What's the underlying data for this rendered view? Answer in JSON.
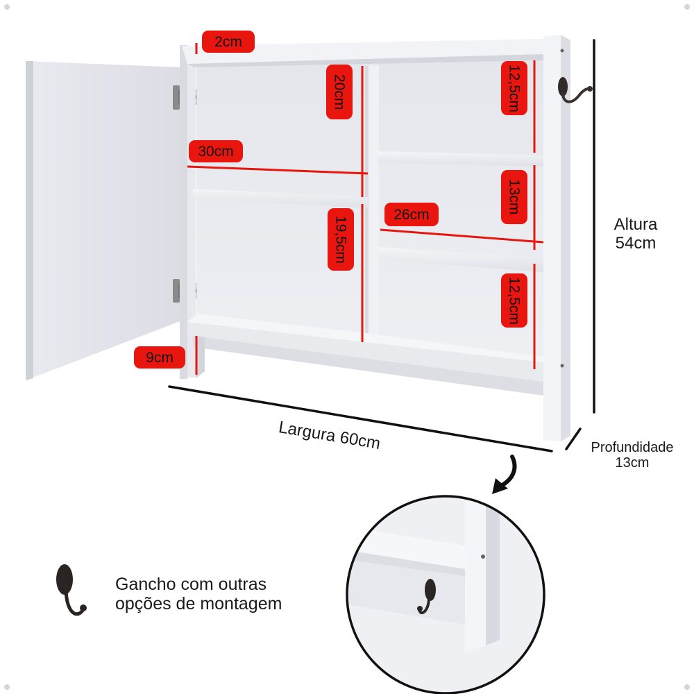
{
  "dimensions": {
    "thickness": "2cm",
    "upper_left_height": "20cm",
    "upper_left_width": "30cm",
    "lower_left_height": "19,5cm",
    "right_top_height": "12,5cm",
    "right_middle_height": "13cm",
    "right_width": "26cm",
    "right_bottom_height": "12,5cm",
    "base_height": "9cm"
  },
  "overall": {
    "height_line1": "Altura",
    "height_line2": "54cm",
    "width": "Largura 60cm",
    "depth_line1": "Profundidade",
    "depth_line2": "13cm"
  },
  "hook_caption": {
    "line1": "Gancho com outras",
    "line2": "opções de montagem"
  },
  "colors": {
    "accent_red": "#e8160f",
    "cabinet_white": "#eceef2",
    "outline": "#111111"
  }
}
